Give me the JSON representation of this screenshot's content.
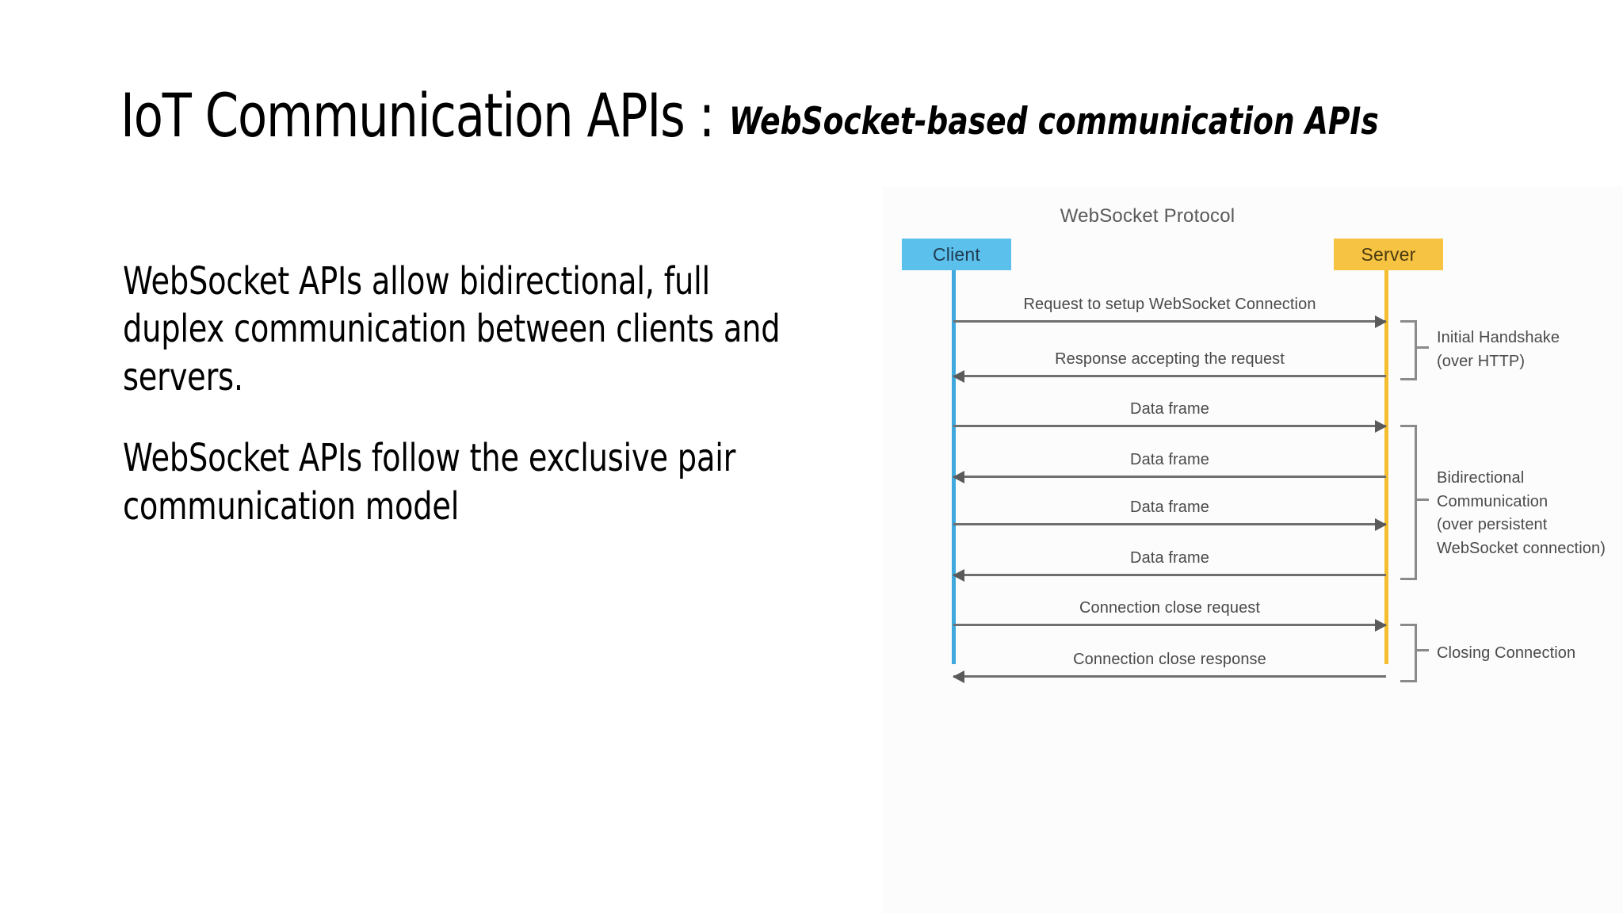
{
  "slide": {
    "title_main": "IoT Communication APIs : ",
    "title_sub": "WebSocket-based communication APIs",
    "bullets": [
      "WebSocket APIs allow bidirectional, full duplex communication between clients and servers.",
      "WebSocket APIs follow the exclusive pair communication model"
    ]
  },
  "diagram": {
    "title": "WebSocket Protocol",
    "actors": {
      "client": "Client",
      "server": "Server"
    },
    "colors": {
      "client_box": "#5CC0EC",
      "server_box": "#F6C342",
      "client_lifeline": "#3FA9DD",
      "server_lifeline": "#F5BE2E",
      "arrow": "#6f6f6f",
      "label_text": "#4a4a4a"
    },
    "messages": [
      {
        "label": "Request to setup WebSocket Connection",
        "direction": "client-to-server"
      },
      {
        "label": "Response accepting the request",
        "direction": "server-to-client"
      },
      {
        "label": "Data frame",
        "direction": "client-to-server"
      },
      {
        "label": "Data frame",
        "direction": "server-to-client"
      },
      {
        "label": "Data frame",
        "direction": "client-to-server"
      },
      {
        "label": "Data frame",
        "direction": "server-to-client"
      },
      {
        "label": "Connection close request",
        "direction": "client-to-server"
      },
      {
        "label": "Connection close response",
        "direction": "server-to-client"
      }
    ],
    "groups": [
      {
        "label": "Initial Handshake\n(over HTTP)"
      },
      {
        "label": "Bidirectional Communication\n(over persistent\nWebSocket connection)"
      },
      {
        "label": "Closing Connection"
      }
    ]
  }
}
